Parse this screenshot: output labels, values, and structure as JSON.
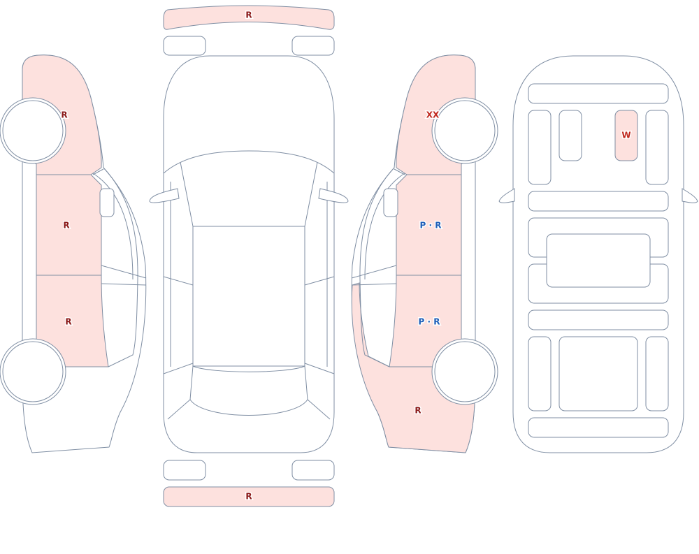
{
  "colors": {
    "outline": "#7f8ea3",
    "damage_fill": "#fde1de",
    "label_r": "#8b1a1a",
    "label_w": "#c0281e",
    "label_pr": "#1f5fb8"
  },
  "labels": {
    "front_bumper": "R",
    "rear_bumper": "R",
    "left_front_fender": "R",
    "left_front_door": "R",
    "left_rear_door": "R",
    "right_front_fender": "XX",
    "right_front_door": "P · R",
    "right_rear_door": "P · R",
    "right_quarter_panel": "R",
    "underbody_part": "W"
  }
}
